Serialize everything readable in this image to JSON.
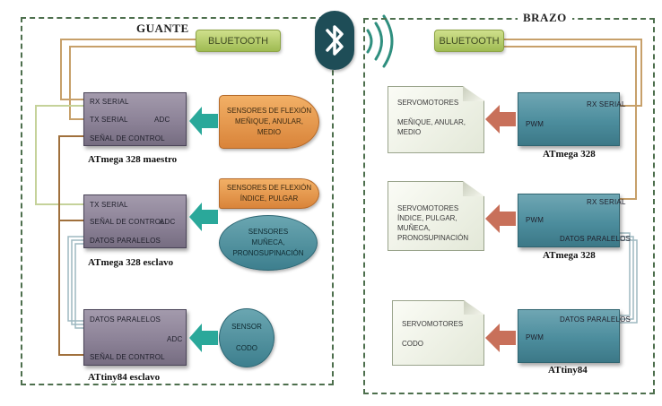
{
  "glove": {
    "title": "GUANTE",
    "bluetooth_label": "BLUETOOTH",
    "mcus": [
      {
        "name": "ATmega 328 maestro",
        "pins": {
          "rx": "RX SERIAL",
          "tx": "TX SERIAL",
          "adc": "ADC",
          "control": "SEÑAL DE CONTROL"
        }
      },
      {
        "name": "ATmega 328 esclavo",
        "pins": {
          "tx": "TX SERIAL",
          "control": "SEÑAL DE CONTROL",
          "adc": "ADC",
          "parallel": "DATOS PARALELOS"
        }
      },
      {
        "name": "ATtiny84 esclavo",
        "pins": {
          "parallel": "DATOS PARALELOS",
          "adc": "ADC",
          "control": "SEÑAL DE CONTROL"
        }
      }
    ],
    "sensors": [
      {
        "lines": [
          "SENSORES DE FLEXIÓN",
          "MEÑIQUE, ANULAR,",
          "MEDIO"
        ]
      },
      {
        "lines": [
          "SENSORES DE FLEXIÓN",
          "ÍNDICE, PULGAR"
        ]
      },
      {
        "lines": [
          "SENSORES",
          "MUÑECA,",
          "PRONOSUPINACIÓN"
        ]
      },
      {
        "lines": [
          "SENSOR",
          "",
          "CODO"
        ]
      }
    ]
  },
  "arm": {
    "title": "BRAZO",
    "bluetooth_label": "BLUETOOTH",
    "mcus": [
      {
        "name": "ATmega 328",
        "pins": {
          "rx": "RX SERIAL",
          "pwm": "PWM"
        }
      },
      {
        "name": "ATmega 328",
        "pins": {
          "rx": "RX SERIAL",
          "pwm": "PWM",
          "parallel": "DATOS PARALELOS"
        }
      },
      {
        "name": "ATtiny84",
        "pins": {
          "parallel": "DATOS PARALELOS",
          "pwm": "PWM"
        }
      }
    ],
    "servos": [
      {
        "lines": [
          "SERVOMOTORES",
          "",
          "MEÑIQUE, ANULAR,",
          "MEDIO"
        ]
      },
      {
        "lines": [
          "SERVOMOTORES",
          "ÍNDICE, PULGAR,",
          "MUÑECA,",
          "PRONOSUPINACIÓN"
        ]
      },
      {
        "lines": [
          "SERVOMOTORES",
          "",
          "CODO"
        ]
      }
    ]
  },
  "colors": {
    "frame": "#4d6f4d",
    "serial_wire": "#c7a06a",
    "control_wire": "#a0703c",
    "bus_wire": "#9eb8c0",
    "glove_mcu": "#8c8297",
    "arm_mcu": "#4c8d9d",
    "sensor_orange": "#e39346",
    "sensor_teal": "#4f8f9d",
    "arrow_teal": "#2aa89a",
    "arrow_coral": "#c8705a",
    "bluetooth_badge": "#1e4d57"
  },
  "icons": [
    "bluetooth-icon",
    "wireless-signal-icon"
  ]
}
